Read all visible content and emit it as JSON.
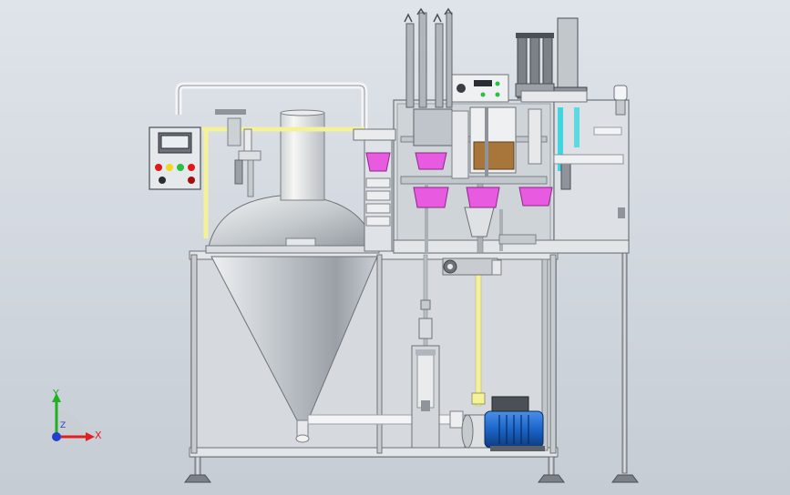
{
  "colors": {
    "background_top": "#dfe4ea",
    "background_bottom": "#c6ccd4",
    "frame": "#a9aeb4",
    "frame_dark": "#6d7378",
    "metal_light": "#eef0f2",
    "metal_mid": "#b8bec4",
    "metal_dark": "#7b8187",
    "glass": "#d4d9de",
    "pipe_yellow": "#f3f19a",
    "pipe_white": "#f2f4f6",
    "cup_magenta": "#e85be0",
    "motor_blue": "#1a64c8",
    "motor_dark": "#103c80",
    "cyan_accent": "#3fd6e0",
    "lamp_red": "#e01818",
    "lamp_yellow": "#f0d820",
    "lamp_green": "#28c040",
    "axis_x": "#e02020",
    "axis_y": "#20b020",
    "axis_z": "#2040d0"
  },
  "icons": {
    "control_box": "control-panel-icon",
    "coordinate_triad": "xyz-axis-triad-icon"
  },
  "axes": {
    "x_label": "X",
    "y_label": "Y",
    "z_label": "Z"
  }
}
